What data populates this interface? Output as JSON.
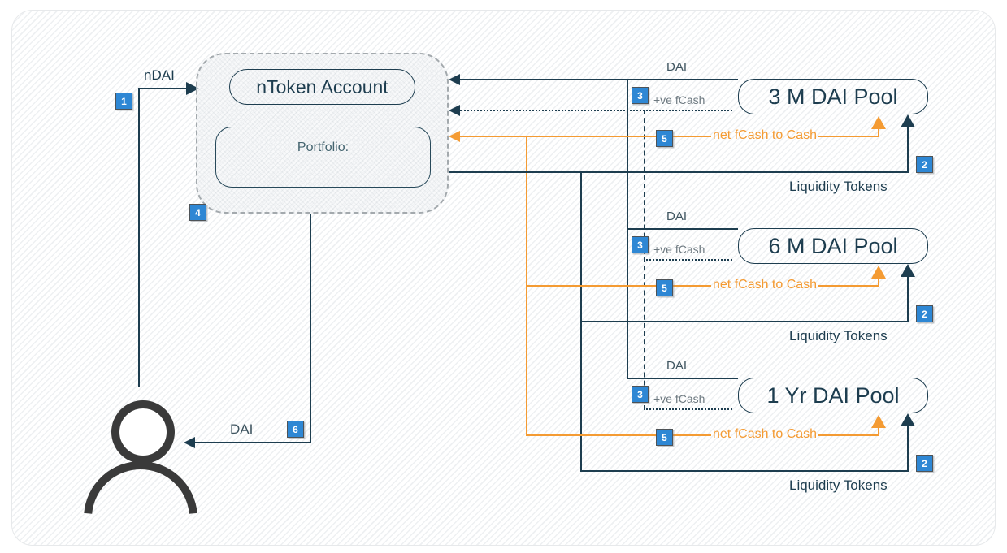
{
  "colors": {
    "line_dark": "#1d3d4f",
    "accent_orange": "#f49b33",
    "badge_blue": "#2e87d4",
    "person_gray": "#3a3a3a"
  },
  "account": {
    "title": "nToken Account",
    "portfolio_label": "Portfolio:",
    "portfolio_badge": "4"
  },
  "user_flow": {
    "mint_label": "nDAI",
    "mint_badge": "1",
    "redeem_label": "DAI",
    "redeem_badge": "6"
  },
  "pools": [
    {
      "name": "3 M DAI Pool",
      "dai_label": "DAI",
      "dai_badge": "3",
      "fcash_label": "+ve fCash",
      "net_fcash_label": "net fCash to Cash",
      "net_fcash_badge": "5",
      "liquidity_label": "Liquidity Tokens",
      "liquidity_badge": "2"
    },
    {
      "name": "6 M DAI Pool",
      "dai_label": "DAI",
      "dai_badge": "3",
      "fcash_label": "+ve fCash",
      "net_fcash_label": "net fCash to Cash",
      "net_fcash_badge": "5",
      "liquidity_label": "Liquidity Tokens",
      "liquidity_badge": "2"
    },
    {
      "name": "1 Yr DAI Pool",
      "dai_label": "DAI",
      "dai_badge": "3",
      "fcash_label": "+ve fCash",
      "net_fcash_label": "net fCash to Cash",
      "net_fcash_badge": "5",
      "liquidity_label": "Liquidity Tokens",
      "liquidity_badge": "2"
    }
  ]
}
